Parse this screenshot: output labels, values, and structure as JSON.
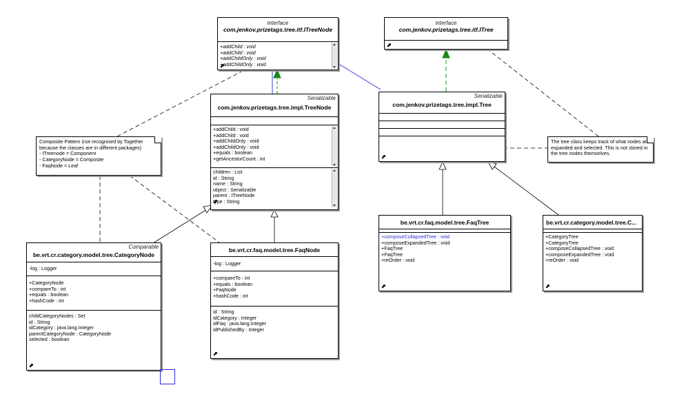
{
  "diagram": {
    "colors": {
      "line": "#000000",
      "association": "#2a2ad8",
      "realization_arrow": "#1a8a1a",
      "shadow": "#9a9a9a"
    },
    "itreenode": {
      "stereotype": "interface",
      "name": "com.jenkov.prizetags.tree.itf.ITreeNode",
      "operations": [
        "+addChild : void",
        "+addChild : void",
        "+addChildOnly : void",
        "+addChildOnly : void"
      ]
    },
    "itree": {
      "stereotype": "interface",
      "name": "com.jenkov.prizetags.tree.itf.ITree"
    },
    "treenode": {
      "stereotype": "Serializable",
      "name": "com.jenkov.prizetags.tree.impl.TreeNode",
      "operations": [
        "+addChild : void",
        "+addChild : void",
        "+addChildOnly : void",
        "+addChildOnly : void",
        "+equals : boolean",
        "+getAncestorCount : int"
      ],
      "attributes": [
        "children : List",
        "id : String",
        "name : String",
        "object : Serializable",
        "parent : ITreeNode",
        "type : String"
      ]
    },
    "tree": {
      "stereotype": "Serializable",
      "name": "com.jenkov.prizetags.tree.impl.Tree"
    },
    "composite_note": {
      "lines": [
        "Composite Pattern (not recognised by Together",
        "because the classes are in different packages)",
        "- ITreenode = Component",
        "- CategoryNode = Composite",
        "- FaqNode = Leaf"
      ]
    },
    "tree_note": {
      "lines": [
        "The tree class keeps track of what nodes are",
        "expanded and selected. This is not stored in",
        "the tree nodes themselves."
      ]
    },
    "categorynode": {
      "stereotype": "Comparable",
      "name": "be.vrt.cr.category.model.tree.CategoryNode",
      "fields": [
        "-log : Logger"
      ],
      "operations": [
        "+CategoryNode",
        "+compareTo : int",
        "+equals : boolean",
        "+hashCode : int"
      ],
      "attributes": [
        "childCategoryNodes : Set",
        "id : String",
        "idCategory : java.lang.Integer",
        "parentCategoryNode : CategoryNode",
        "selected : boolean"
      ]
    },
    "faqnode": {
      "name": "be.vrt.cr.faq.model.tree.FaqNode",
      "fields": [
        "-log : Logger"
      ],
      "operations": [
        "+compareTo : int",
        "+equals : boolean",
        "+FaqNode",
        "+hashCode : int"
      ],
      "attributes": [
        "id : String",
        "idCategory : Integer",
        "idFaq : java.lang.Integer",
        "idPublishedBy : Integer"
      ]
    },
    "faqtree": {
      "name": "be.vrt.cr.faq.model.tree.FaqTree",
      "operations": [
        "+composeCollapsedTree : void",
        "+composeExpandedTree : void",
        "+FaqTree",
        "+FaqTree",
        "+reOrder : void"
      ]
    },
    "categorytree": {
      "name": "be.vrt.cr.category.model.tree.C...",
      "operations": [
        "+CategoryTree",
        "+CategoryTree",
        "+composeCollapsedTree : void",
        "+composeExpandedTree : void",
        "+reOrder : void"
      ]
    },
    "link_glyph": "⬈"
  }
}
